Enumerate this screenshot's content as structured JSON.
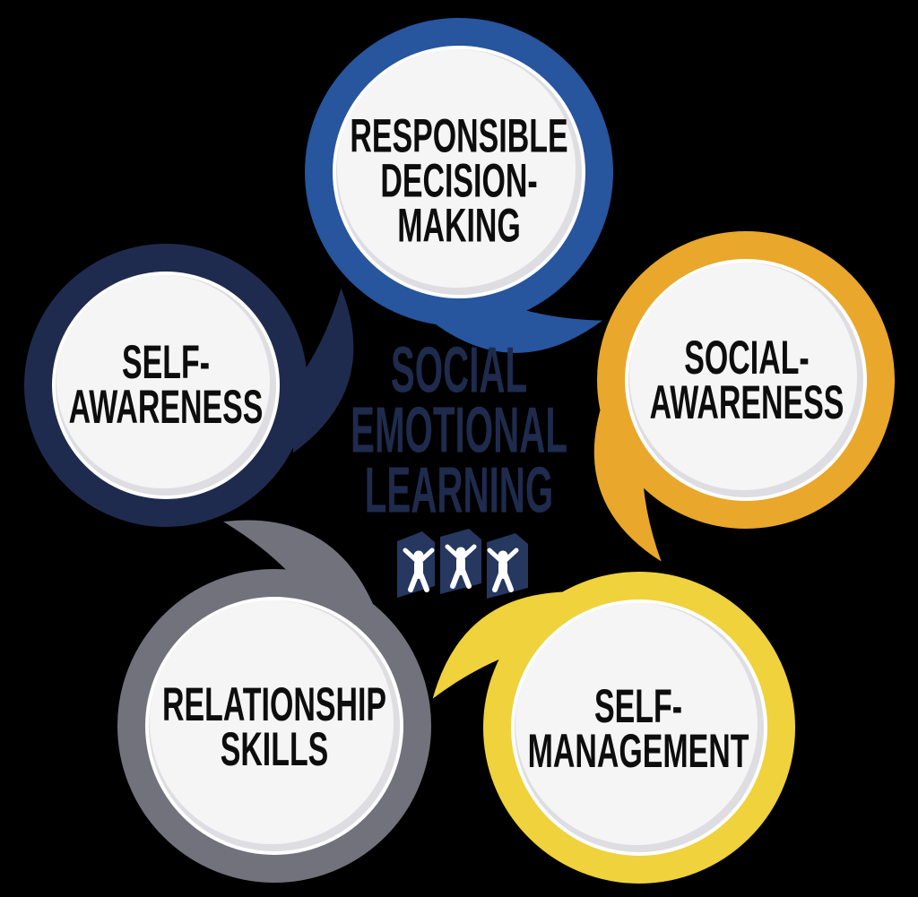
{
  "diagram": {
    "name": "Social Emotional Learning wheel",
    "background_color": "#000000"
  },
  "center": {
    "title": "SOCIAL\nEMOTIONAL\nLEARNING",
    "title_color": "#1f2b4d",
    "logo_icon": "three-people-holding-hands-on-flags",
    "logo_color": "#263760",
    "logo_figure_color": "#ffffff"
  },
  "disc_color": "#f5f5f6",
  "label_color": "#0d0d0d",
  "bubbles": [
    {
      "id": "responsible-decision-making",
      "label": "RESPONSIBLE\nDECISION-\nMAKING",
      "ring_color": "#27559e",
      "position": "top"
    },
    {
      "id": "social-awareness",
      "label": "SOCIAL-\nAWARENESS",
      "ring_color": "#e9a72b",
      "position": "right"
    },
    {
      "id": "self-management",
      "label": "SELF-\nMANAGEMENT",
      "ring_color": "#efd23c",
      "position": "bottom-right"
    },
    {
      "id": "relationship-skills",
      "label": "RELATIONSHIP\nSKILLS",
      "ring_color": "#72727d",
      "position": "bottom-left"
    },
    {
      "id": "self-awareness",
      "label": "SELF-\nAWARENESS",
      "ring_color": "#1f2b4e",
      "position": "left"
    }
  ]
}
